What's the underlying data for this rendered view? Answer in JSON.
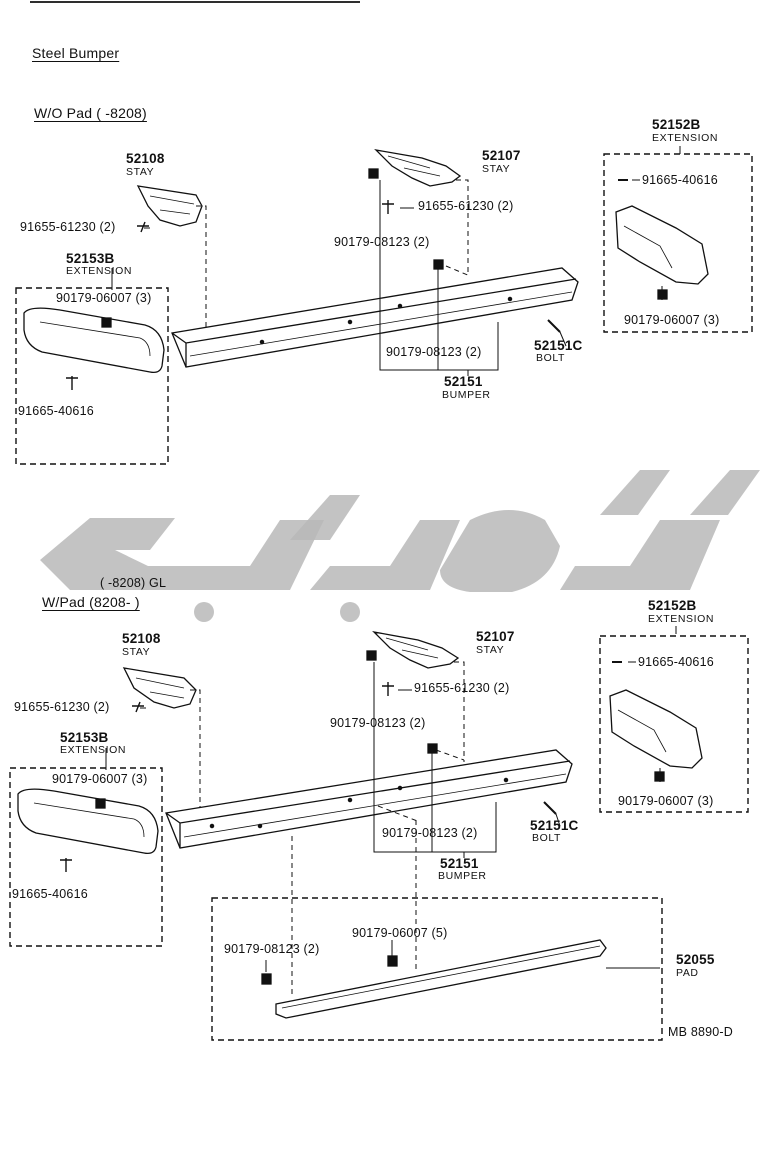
{
  "title": "Steel Bumper",
  "watermark_color": "#b9b9b9",
  "section1": {
    "heading": "W/O Pad (         -8208)",
    "stay_left_part": "52108",
    "stay_left_name": "STAY",
    "stay_right_part": "52107",
    "stay_right_name": "STAY",
    "bolt_stay_left": "91655-61230 (2)",
    "bolt_stay_right": "91655-61230 (2)",
    "nut_right_upper": "90179-08123 (2)",
    "nut_right_lower": "90179-08123 (2)",
    "ext_left_part": "52153B",
    "ext_left_name": "EXTENSION",
    "ext_left_nut": "90179-06007 (3)",
    "ext_left_bolt": "91665-40616",
    "ext_right_part": "52152B",
    "ext_right_name": "EXTENSION",
    "ext_right_bolt": "91665-40616",
    "ext_right_nut": "90179-06007 (3)",
    "bolt_part": "52151C",
    "bolt_name": "BOLT",
    "bumper_part": "52151",
    "bumper_name": "BUMPER"
  },
  "section2": {
    "heading_line1": "(         -8208) GL",
    "heading_line2": "W/Pad (8208-         )",
    "stay_left_part": "52108",
    "stay_left_name": "STAY",
    "stay_right_part": "52107",
    "stay_right_name": "STAY",
    "bolt_stay_left": "91655-61230 (2)",
    "bolt_stay_right": "91655-61230 (2)",
    "nut_right_upper": "90179-08123 (2)",
    "nut_right_lower": "90179-08123 (2)",
    "ext_left_part": "52153B",
    "ext_left_name": "EXTENSION",
    "ext_left_nut": "90179-06007 (3)",
    "ext_left_bolt": "91665-40616",
    "ext_right_part": "52152B",
    "ext_right_name": "EXTENSION",
    "ext_right_bolt": "91665-40616",
    "ext_right_nut": "90179-06007 (3)",
    "bolt_part": "52151C",
    "bolt_name": "BOLT",
    "bumper_part": "52151",
    "bumper_name": "BUMPER",
    "pad_nut_left": "90179-08123 (2)",
    "pad_nut_center": "90179-06007 (5)",
    "pad_part": "52055",
    "pad_name": "PAD",
    "figure_code": "MB 8890-D"
  }
}
